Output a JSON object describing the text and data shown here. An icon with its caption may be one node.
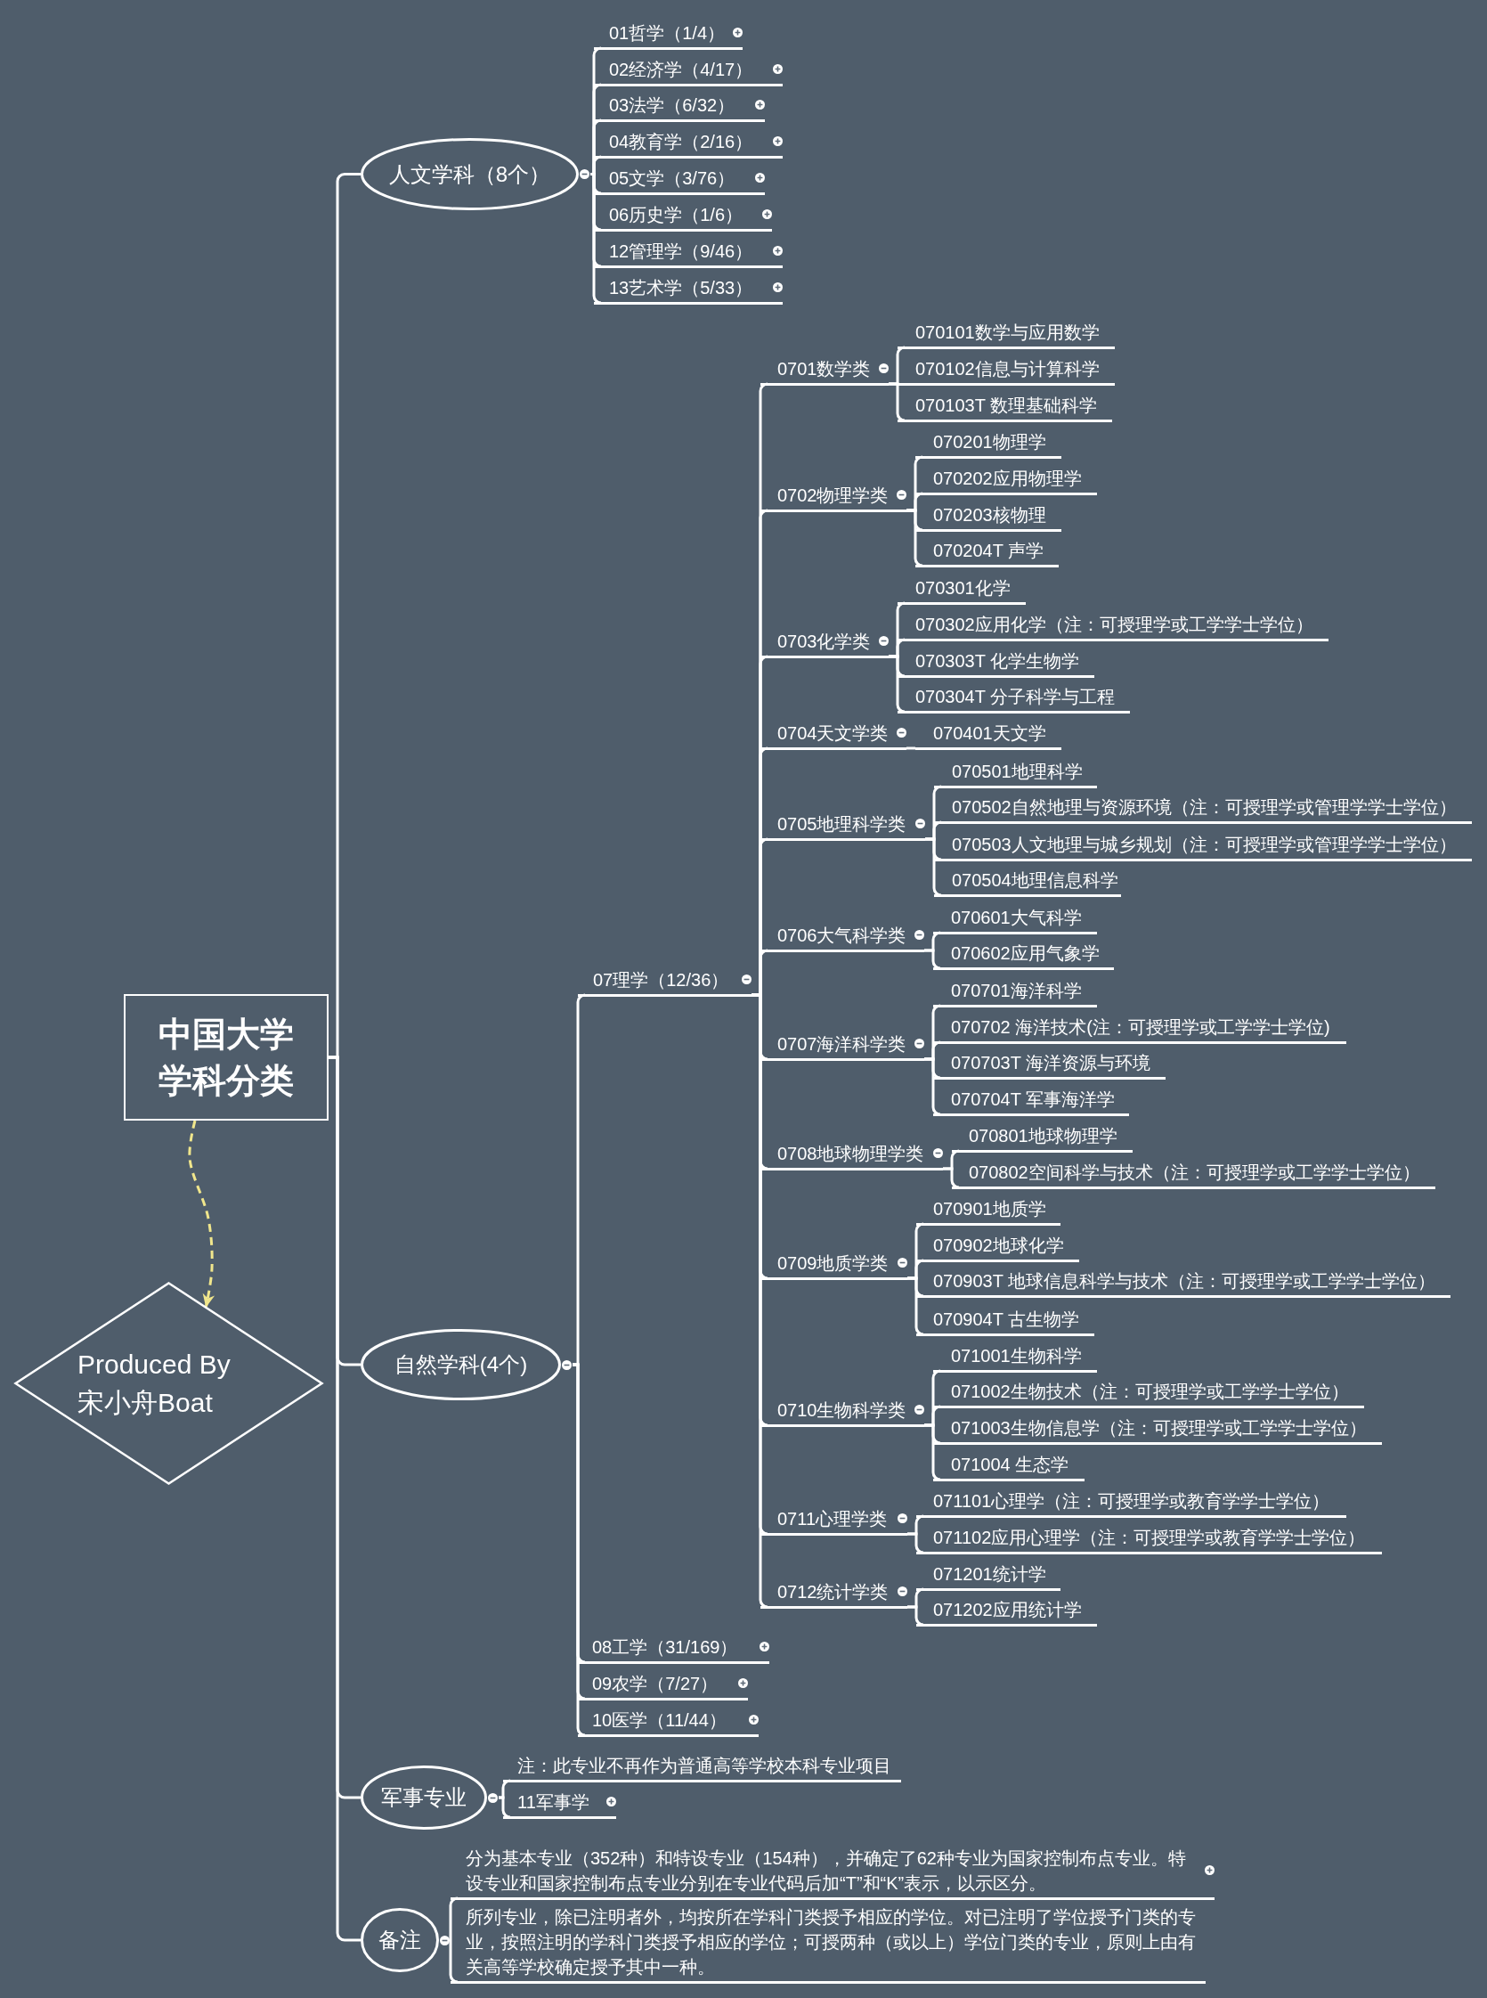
{
  "diagram": {
    "nodes": [
      {
        "text": [
          "中国大学学科分类"
        ]
      },
      {
        "text": [
          "Produced By 宋小舟Boat"
        ]
      },
      {
        "text": [
          "人文学科（8个）"
        ]
      },
      {
        "text": [
          "01哲学（1/4）"
        ]
      },
      {
        "text": [
          "02经济学（4/17）"
        ]
      },
      {
        "text": [
          "03法学（6/32）"
        ]
      },
      {
        "text": [
          "04教育学（2/16）"
        ]
      },
      {
        "text": [
          "05文学（3/76）"
        ]
      },
      {
        "text": [
          "06历史学（1/6）"
        ]
      },
      {
        "text": [
          "12管理学（9/46）"
        ]
      },
      {
        "text": [
          "13艺术学（5/33）"
        ]
      },
      {
        "text": [
          "自然学科(4个)"
        ]
      },
      {
        "text": [
          "07理学（12/36）"
        ]
      },
      {
        "text": [
          "0701数学类"
        ]
      },
      {
        "text": [
          "070101数学与应用数学"
        ]
      },
      {
        "text": [
          "070102信息与计算科学"
        ]
      },
      {
        "text": [
          "070103T 数理基础科学"
        ]
      },
      {
        "text": [
          "0702物理学类"
        ]
      },
      {
        "text": [
          "070201物理学"
        ]
      },
      {
        "text": [
          "070202应用物理学"
        ]
      },
      {
        "text": [
          "070203核物理"
        ]
      },
      {
        "text": [
          "070204T 声学"
        ]
      },
      {
        "text": [
          "0703化学类"
        ]
      },
      {
        "text": [
          "070301化学"
        ]
      },
      {
        "text": [
          "070302应用化学（注：可授理学或工学学士学位）"
        ]
      },
      {
        "text": [
          "070303T 化学生物学"
        ]
      },
      {
        "text": [
          "070304T 分子科学与工程"
        ]
      },
      {
        "text": [
          "0704天文学类"
        ]
      },
      {
        "text": [
          "070401天文学"
        ]
      },
      {
        "text": [
          "0705地理科学类"
        ]
      },
      {
        "text": [
          "070501地理科学"
        ]
      },
      {
        "text": [
          "070502自然地理与资源环境（注：可授理学或管理学学士学位）"
        ]
      },
      {
        "text": [
          "070503人文地理与城乡规划（注：可授理学或管理学学士学位）"
        ]
      },
      {
        "text": [
          "070504地理信息科学"
        ]
      },
      {
        "text": [
          "0706大气科学类"
        ]
      },
      {
        "text": [
          "070601大气科学"
        ]
      },
      {
        "text": [
          "070602应用气象学"
        ]
      },
      {
        "text": [
          "0707海洋科学类"
        ]
      },
      {
        "text": [
          "070701海洋科学"
        ]
      },
      {
        "text": [
          "070702 海洋技术(注：可授理学或工学学士学位)"
        ]
      },
      {
        "text": [
          "070703T 海洋资源与环境"
        ]
      },
      {
        "text": [
          "070704T 军事海洋学"
        ]
      },
      {
        "text": [
          "0708地球物理学类"
        ]
      },
      {
        "text": [
          "070801地球物理学"
        ]
      },
      {
        "text": [
          "070802空间科学与技术（注：可授理学或工学学士学位）"
        ]
      },
      {
        "text": [
          "0709地质学类"
        ]
      },
      {
        "text": [
          "070901地质学"
        ]
      },
      {
        "text": [
          "070902地球化学"
        ]
      },
      {
        "text": [
          "070903T 地球信息科学与技术（注：可授理学或工学学士学位）"
        ]
      },
      {
        "text": [
          "070904T 古生物学"
        ]
      },
      {
        "text": [
          "0710生物科学类"
        ]
      },
      {
        "text": [
          "071001生物科学"
        ]
      },
      {
        "text": [
          "071002生物技术（注：可授理学或工学学士学位）"
        ]
      },
      {
        "text": [
          "071003生物信息学（注：可授理学或工学学士学位）"
        ]
      },
      {
        "text": [
          "071004 生态学"
        ]
      },
      {
        "text": [
          "0711心理学类"
        ]
      },
      {
        "text": [
          "071101心理学（注：可授理学或教育学学士学位）"
        ]
      },
      {
        "text": [
          "071102应用心理学（注：可授理学或教育学学士学位）"
        ]
      },
      {
        "text": [
          "0712统计学类"
        ]
      },
      {
        "text": [
          "071201统计学"
        ]
      },
      {
        "text": [
          "071202应用统计学"
        ]
      },
      {
        "text": [
          "08工学（31/169）"
        ]
      },
      {
        "text": [
          "09农学（7/27）"
        ]
      },
      {
        "text": [
          "10医学（11/44）"
        ]
      },
      {
        "text": [
          "军事专业"
        ]
      },
      {
        "text": [
          "注：此专业不再作为普通高等学校本科专业项目"
        ]
      },
      {
        "text": [
          "11军事学"
        ]
      },
      {
        "text": [
          "备注"
        ]
      },
      {
        "text": [
          "分为基本专业（352种）和特设专业（154种），并确定了62种专业为国家控制布点专业。特设专业和国家控制布点专业分别在专业代码后加“T”和“K”表示，以示区分。"
        ]
      },
      {
        "text": [
          "所列专业，除已注明者外，均按所在学科门类授予相应的学位。对已注明了学位授予门类的专业，按照注明的学科门类授予相应的学位；可授两种（或以上）学位门类的专业，原则上由有关高等学校确定授予其中一种。"
        ]
      }
    ],
    "edges": [
      {
        "from": 0,
        "to": 1,
        "arrow": "to",
        "style": "dashed",
        "color": "#f0e68c"
      },
      {
        "from": 0,
        "to": 2,
        "arrow": "none"
      },
      {
        "from": 0,
        "to": 11,
        "arrow": "none"
      },
      {
        "from": 0,
        "to": 64,
        "arrow": "none"
      },
      {
        "from": 0,
        "to": 67,
        "arrow": "none"
      },
      {
        "from": 2,
        "to": 3,
        "arrow": "none"
      },
      {
        "from": 2,
        "to": 4,
        "arrow": "none"
      },
      {
        "from": 2,
        "to": 5,
        "arrow": "none"
      },
      {
        "from": 2,
        "to": 6,
        "arrow": "none"
      },
      {
        "from": 2,
        "to": 7,
        "arrow": "none"
      },
      {
        "from": 2,
        "to": 8,
        "arrow": "none"
      },
      {
        "from": 2,
        "to": 9,
        "arrow": "none"
      },
      {
        "from": 2,
        "to": 10,
        "arrow": "none"
      },
      {
        "from": 11,
        "to": 12,
        "arrow": "none"
      },
      {
        "from": 11,
        "to": 61,
        "arrow": "none"
      },
      {
        "from": 11,
        "to": 62,
        "arrow": "none"
      },
      {
        "from": 11,
        "to": 63,
        "arrow": "none"
      },
      {
        "from": 12,
        "to": 13,
        "arrow": "none"
      },
      {
        "from": 12,
        "to": 17,
        "arrow": "none"
      },
      {
        "from": 12,
        "to": 22,
        "arrow": "none"
      },
      {
        "from": 12,
        "to": 27,
        "arrow": "none"
      },
      {
        "from": 12,
        "to": 29,
        "arrow": "none"
      },
      {
        "from": 12,
        "to": 34,
        "arrow": "none"
      },
      {
        "from": 12,
        "to": 37,
        "arrow": "none"
      },
      {
        "from": 12,
        "to": 42,
        "arrow": "none"
      },
      {
        "from": 12,
        "to": 45,
        "arrow": "none"
      },
      {
        "from": 12,
        "to": 50,
        "arrow": "none"
      },
      {
        "from": 12,
        "to": 55,
        "arrow": "none"
      },
      {
        "from": 12,
        "to": 58,
        "arrow": "none"
      },
      {
        "from": 13,
        "to": 14,
        "arrow": "none"
      },
      {
        "from": 13,
        "to": 15,
        "arrow": "none"
      },
      {
        "from": 13,
        "to": 16,
        "arrow": "none"
      },
      {
        "from": 17,
        "to": 18,
        "arrow": "none"
      },
      {
        "from": 17,
        "to": 19,
        "arrow": "none"
      },
      {
        "from": 17,
        "to": 20,
        "arrow": "none"
      },
      {
        "from": 17,
        "to": 21,
        "arrow": "none"
      },
      {
        "from": 22,
        "to": 23,
        "arrow": "none"
      },
      {
        "from": 22,
        "to": 24,
        "arrow": "none"
      },
      {
        "from": 22,
        "to": 25,
        "arrow": "none"
      },
      {
        "from": 22,
        "to": 26,
        "arrow": "none"
      },
      {
        "from": 27,
        "to": 28,
        "arrow": "none"
      },
      {
        "from": 29,
        "to": 30,
        "arrow": "none"
      },
      {
        "from": 29,
        "to": 31,
        "arrow": "none"
      },
      {
        "from": 29,
        "to": 32,
        "arrow": "none"
      },
      {
        "from": 29,
        "to": 33,
        "arrow": "none"
      },
      {
        "from": 34,
        "to": 35,
        "arrow": "none"
      },
      {
        "from": 34,
        "to": 36,
        "arrow": "none"
      },
      {
        "from": 37,
        "to": 38,
        "arrow": "none"
      },
      {
        "from": 37,
        "to": 39,
        "arrow": "none"
      },
      {
        "from": 37,
        "to": 40,
        "arrow": "none"
      },
      {
        "from": 37,
        "to": 41,
        "arrow": "none"
      },
      {
        "from": 42,
        "to": 43,
        "arrow": "none"
      },
      {
        "from": 42,
        "to": 44,
        "arrow": "none"
      },
      {
        "from": 45,
        "to": 46,
        "arrow": "none"
      },
      {
        "from": 45,
        "to": 47,
        "arrow": "none"
      },
      {
        "from": 45,
        "to": 48,
        "arrow": "none"
      },
      {
        "from": 45,
        "to": 49,
        "arrow": "none"
      },
      {
        "from": 50,
        "to": 51,
        "arrow": "none"
      },
      {
        "from": 50,
        "to": 52,
        "arrow": "none"
      },
      {
        "from": 50,
        "to": 53,
        "arrow": "none"
      },
      {
        "from": 50,
        "to": 54,
        "arrow": "none"
      },
      {
        "from": 55,
        "to": 56,
        "arrow": "none"
      },
      {
        "from": 55,
        "to": 57,
        "arrow": "none"
      },
      {
        "from": 58,
        "to": 59,
        "arrow": "none"
      },
      {
        "from": 58,
        "to": 60,
        "arrow": "none"
      },
      {
        "from": 64,
        "to": 65,
        "arrow": "none"
      },
      {
        "from": 64,
        "to": 66,
        "arrow": "none"
      },
      {
        "from": 67,
        "to": 68,
        "arrow": "none"
      },
      {
        "from": 67,
        "to": 69,
        "arrow": "none"
      }
    ]
  }
}
